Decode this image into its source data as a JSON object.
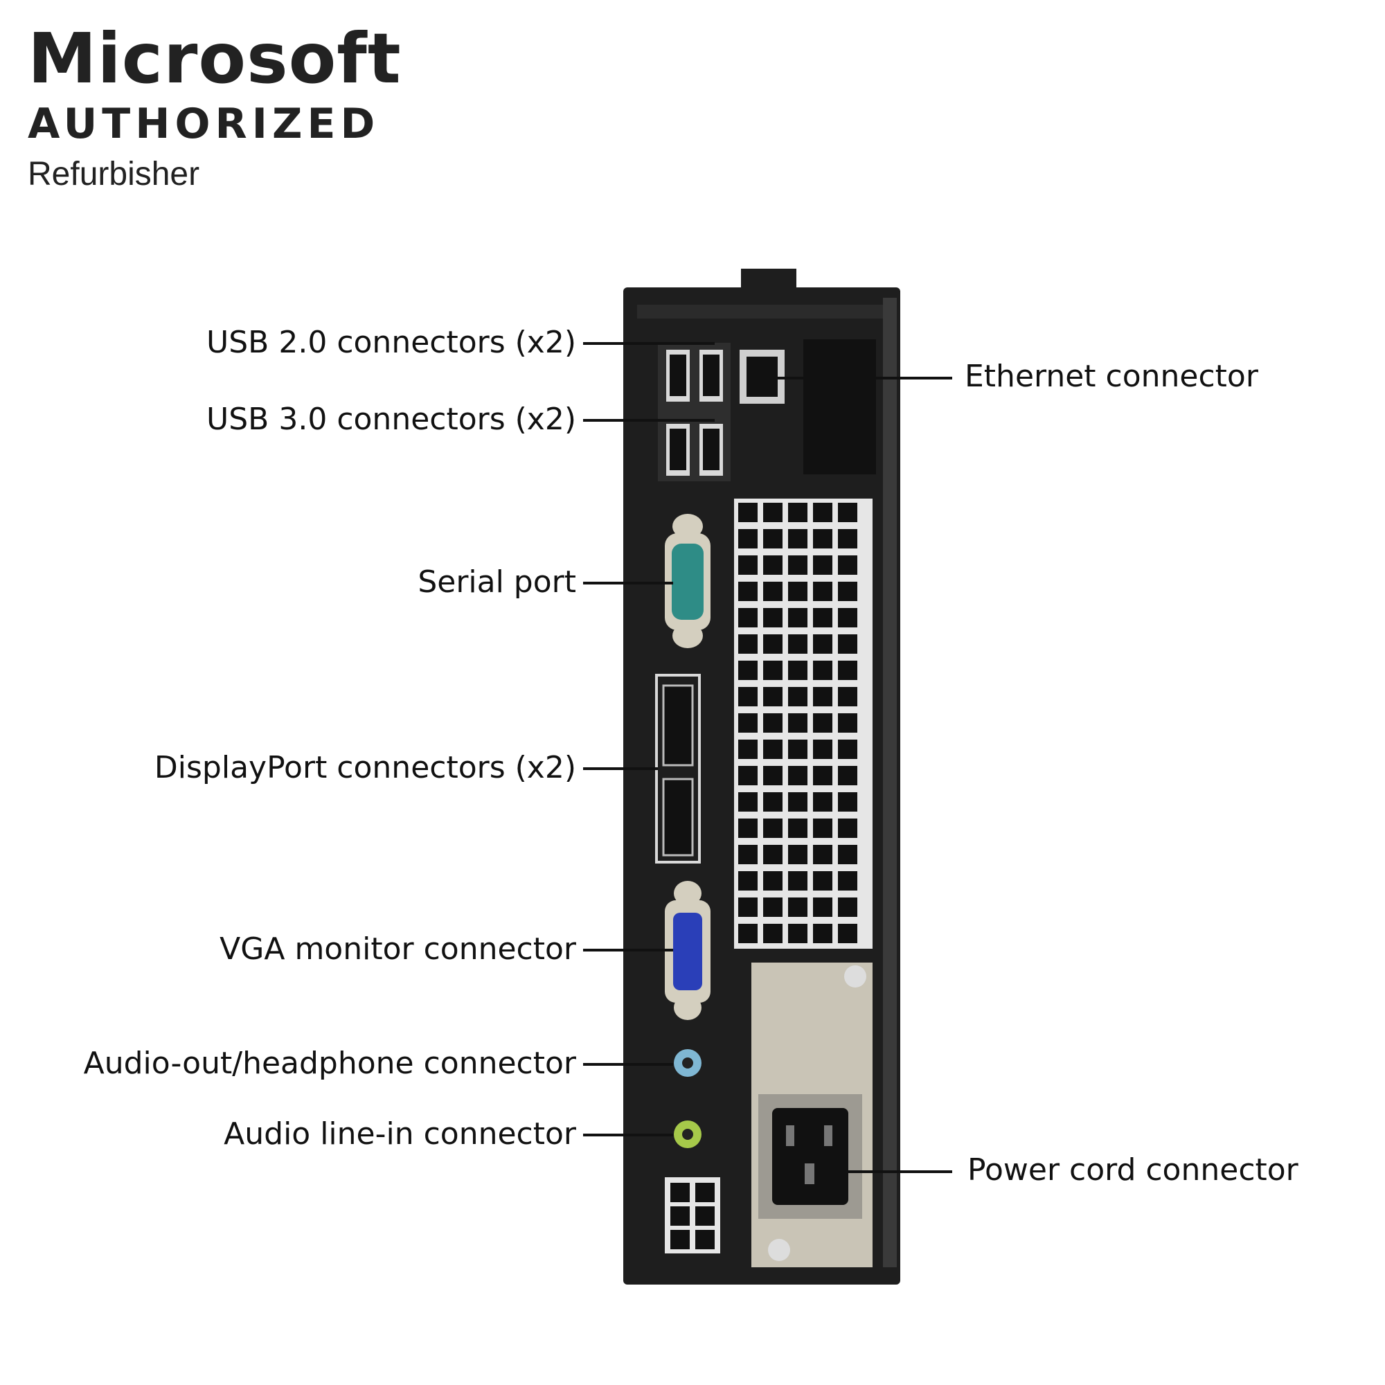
{
  "badge": {
    "brand": "Microsoft",
    "status": "AUTHORIZED",
    "role": "Refurbisher"
  },
  "callouts": {
    "usb2": "USB 2.0 connectors (x2)",
    "usb3": "USB 3.0 connectors (x2)",
    "serial": "Serial port",
    "displayport": "DisplayPort connectors (x2)",
    "vga": "VGA monitor connector",
    "audio_out": "Audio-out/headphone connector",
    "audio_in": "Audio line-in connector",
    "ethernet": "Ethernet connector",
    "power": "Power cord connector"
  },
  "colors": {
    "chassis": "#1e1e1e",
    "panel": "#2a2a2a",
    "serial_port": "#2e8c86",
    "vga_port": "#2a3fb8",
    "audio_out": "#7fb7d3",
    "audio_in": "#a6c94a",
    "metal": "#c9c4b6",
    "label_text": "#111111"
  }
}
